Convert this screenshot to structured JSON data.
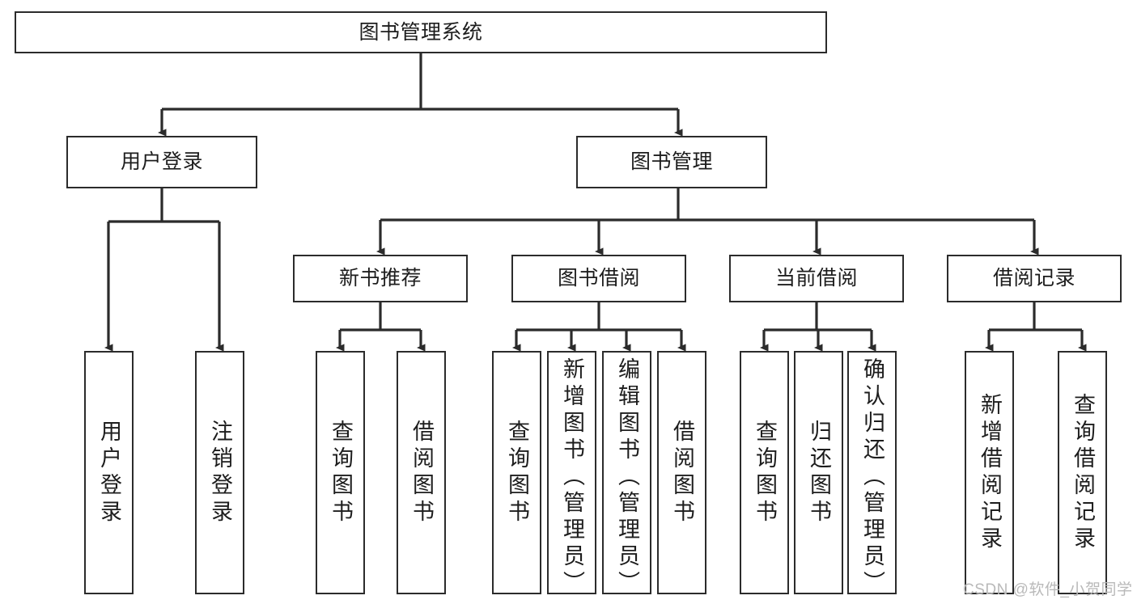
{
  "diagram": {
    "title": "图书管理系统",
    "type": "tree",
    "stroke_color": "#2b2b2b",
    "text_color": "#1d1d1d",
    "background": "#ffffff",
    "nodes": {
      "root": {
        "label": "图书管理系统"
      },
      "level2": [
        {
          "label": "用户登录"
        },
        {
          "label": "图书管理"
        }
      ],
      "level3": [
        {
          "label": "新书推荐"
        },
        {
          "label": "图书借阅"
        },
        {
          "label": "当前借阅"
        },
        {
          "label": "借阅记录"
        }
      ],
      "leaves": {
        "user_login": [
          {
            "label": "用户登录"
          },
          {
            "label": "注销登录"
          }
        ],
        "new_book": [
          {
            "label": "查询图书"
          },
          {
            "label": "借阅图书"
          }
        ],
        "book_borrow": [
          {
            "label": "查询图书"
          },
          {
            "label": "新增图书（管理员）"
          },
          {
            "label": "编辑图书（管理员）"
          },
          {
            "label": "借阅图书"
          }
        ],
        "current_borrow": [
          {
            "label": "查询图书"
          },
          {
            "label": "归还图书"
          },
          {
            "label": "确认归还（管理员）"
          }
        ],
        "borrow_record": [
          {
            "label": "新增借阅记录"
          },
          {
            "label": "查询借阅记录"
          }
        ]
      }
    }
  },
  "watermark": {
    "text": "CSDN @软件_小贺同学"
  }
}
